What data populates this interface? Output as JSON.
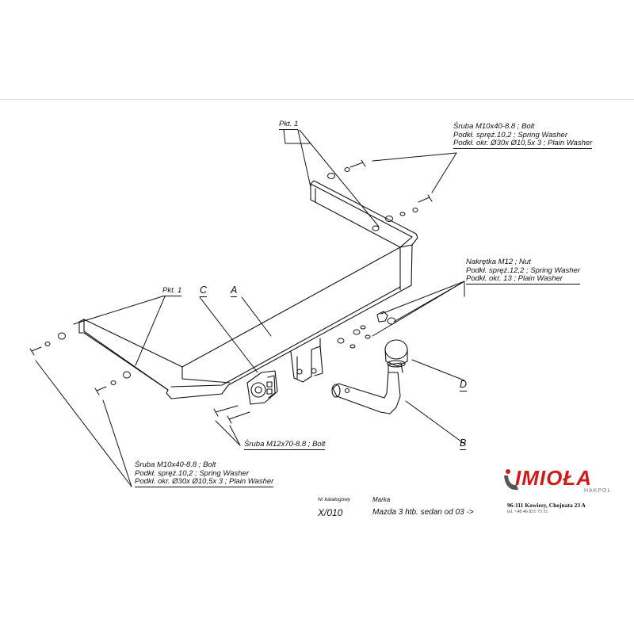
{
  "callouts": {
    "top_bolt": {
      "line1": "Śruba M10x40-8.8 ;  Bolt",
      "line2": "Podkł. spręż.10,2 ; Spring Washer",
      "line3": "Podkł. okr.  Ø30x Ø10,5x 3 ; Plain Washer"
    },
    "pkt_top": "Pkt. 1",
    "pkt_left": "Pkt. 1",
    "nut": {
      "line1": "Nakrętka  M12 ; Nut",
      "line2": "Podkł. spręż.12,2 ; Spring Washer",
      "line3": "Podkł. okr. 13 ; Plain Washer"
    },
    "bottom_bolt": {
      "line1": "Śruba M10x40-8.8 ;  Bolt",
      "line2": "Podkł. spręż.10,2 ; Spring Washer",
      "line3": "Podkł. okr.  Ø30x Ø10,5x 3 ; Plain Washer"
    },
    "m12_bolt": "Śruba M12x70-8.8  ;  Bolt",
    "part_letters": {
      "a": "A",
      "b": "B",
      "c": "C",
      "d": "D"
    }
  },
  "catalog": {
    "number_label": "Nr katalogowy",
    "number": "X/010",
    "make_label": "Marka",
    "model": "Mazda 3 htb. sedan    od  03 ->"
  },
  "brand": {
    "name": "IMIOŁA",
    "subtitle": "HAKPOL",
    "address": "96-111 Kowiesy, Chojnata 23 A",
    "phone": "tel. +48 46 831 73 31",
    "accent_color": "#d01a1a"
  }
}
